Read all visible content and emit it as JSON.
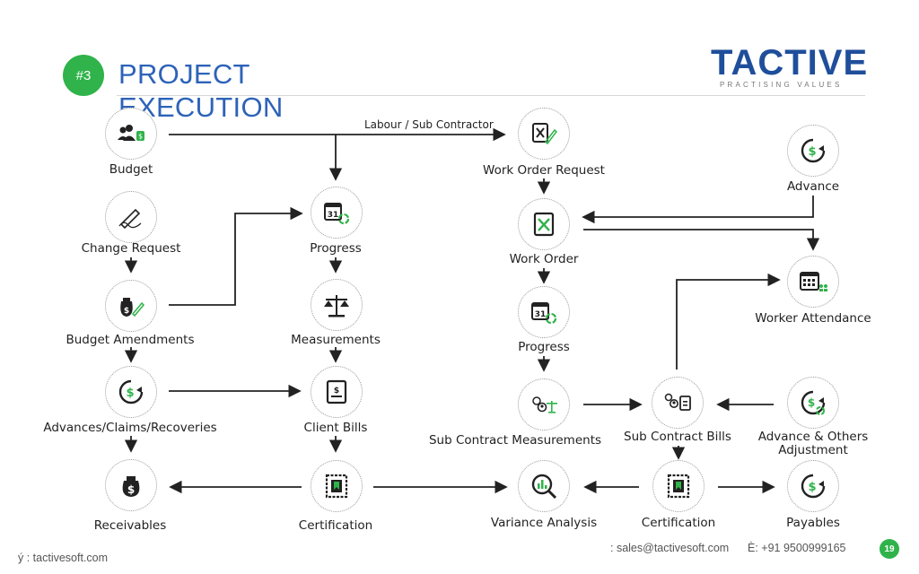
{
  "header": {
    "badge": "#3",
    "title_line1": "PROJECT",
    "title_line2": "EXECUTION"
  },
  "logo": {
    "word": "TACTIVE",
    "tagline": "PRACTISING VALUES",
    "brand_color": "#1f4e9b",
    "accent_color": "#2fb34a"
  },
  "edge_labels": {
    "labour": "Labour / Sub Contractor"
  },
  "nodes": {
    "budget": "Budget",
    "change_request": "Change Request",
    "budget_amendments": "Budget Amendments",
    "advances_claims": "Advances/Claims/Recoveries",
    "receivables": "Receivables",
    "progress_left": "Progress",
    "measurements": "Measurements",
    "client_bills": "Client Bills",
    "certification_left": "Certification",
    "work_order_request": "Work Order Request",
    "work_order": "Work Order",
    "progress_right": "Progress",
    "sub_contract_measurements": "Sub Contract Measurements",
    "variance_analysis": "Variance Analysis",
    "sub_contract_bills": "Sub Contract Bills",
    "certification_right": "Certification",
    "advance": "Advance",
    "worker_attendance": "Worker Attendance",
    "advance_others": "Advance & Others",
    "adjustment": "Adjustment",
    "payables": "Payables"
  },
  "footer": {
    "website": "ý : tactivesoft.com",
    "email": ": sales@tactivesoft.com",
    "phone": "È: +91 9500999165",
    "page_number": "19"
  }
}
